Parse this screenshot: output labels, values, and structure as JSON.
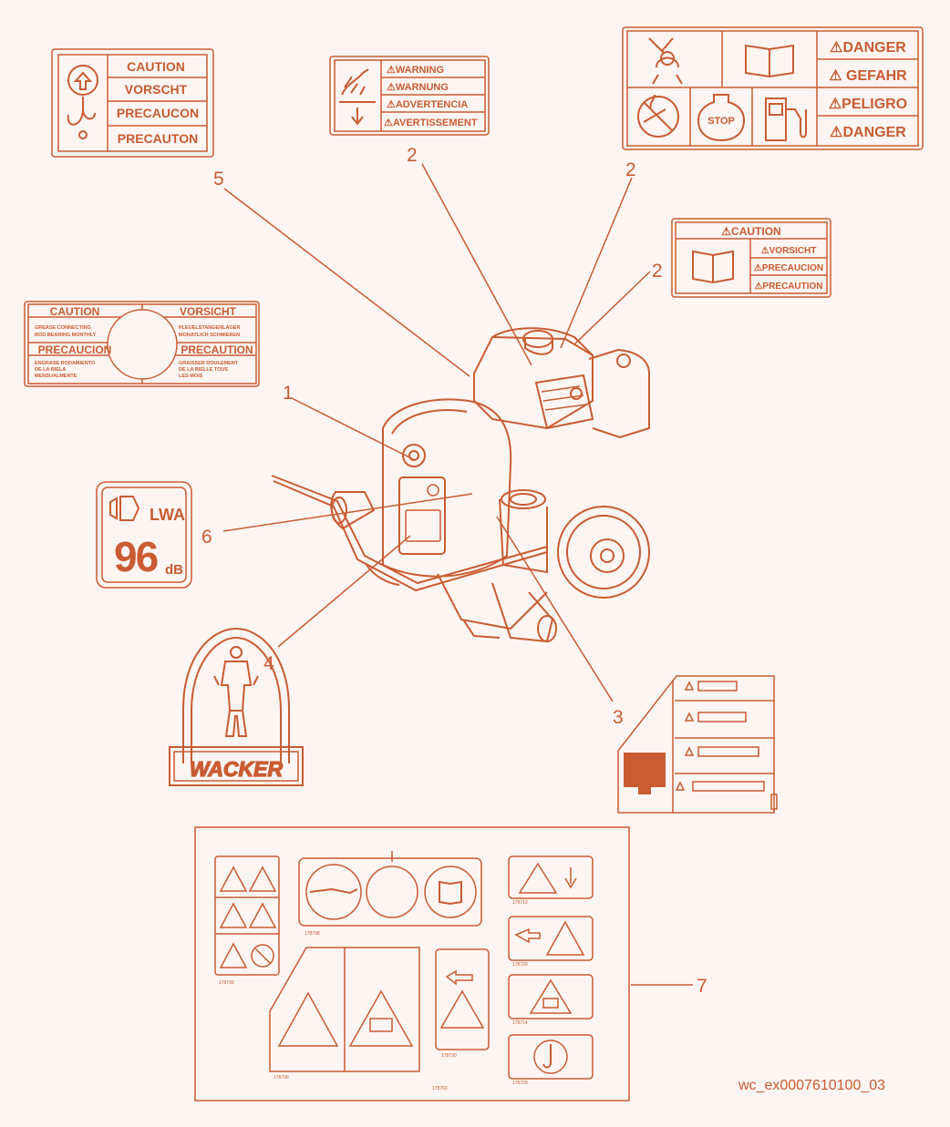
{
  "colors": {
    "accent": "#c95c33",
    "background": "#fcf5f2"
  },
  "callouts": [
    "1",
    "2",
    "2",
    "2",
    "3",
    "4",
    "5",
    "6",
    "7"
  ],
  "decal_lift": {
    "lines": [
      "CAUTION",
      "VORSCHT",
      "PRECAUCON",
      "PRECAUTON"
    ],
    "icon": "lift-hook-icon"
  },
  "decal_hot": {
    "lines": [
      "⚠WARNING",
      "⚠WARNUNG",
      "⚠ADVERTENCIA",
      "⚠AVERTISSEMENT"
    ],
    "icon": "hot-surface-icon"
  },
  "decal_fuel": {
    "lines": [
      "⚠DANGER",
      "⚠ GEFAHR",
      "⚠PELIGRO",
      "⚠DANGER"
    ],
    "stop": "STOP"
  },
  "decal_manual": {
    "title": "⚠CAUTION",
    "lines": [
      "⚠VORSICHT",
      "⚠PRECAUCION",
      "⚠PRECAUTION"
    ]
  },
  "decal_grease": {
    "h1": "CAUTION",
    "h2": "VORSICHT",
    "h3": "PRECAUCION",
    "h4": "PRECAUTION",
    "t1a": "GREASE CONNECTING",
    "t1b": "ROD BEARING MONTHLY",
    "t2a": "PLEUELSTANGENLAGER",
    "t2b": "MONATLICH SCHMIEREN",
    "t3a": "ENGRASE RODAMIENTO",
    "t3b": "DE LA BIELA",
    "t3c": "MENSUALMENTE",
    "t4a": "GRAISSER ROULEMENT",
    "t4b": "DE LA BIELLE TOUS",
    "t4c": "LES MOIS"
  },
  "decal_noise": {
    "value": "96",
    "unit": "dB",
    "label": "LWA"
  },
  "decal_logo": {
    "brand": "WACKER"
  },
  "decal_sheet": {
    "numbers": [
      "178799",
      "178798",
      "178713",
      "178720",
      "178730",
      "178714",
      "178799",
      "178729"
    ],
    "sheet_number": "178763"
  },
  "figure_id": "wc_ex0007610100_03"
}
